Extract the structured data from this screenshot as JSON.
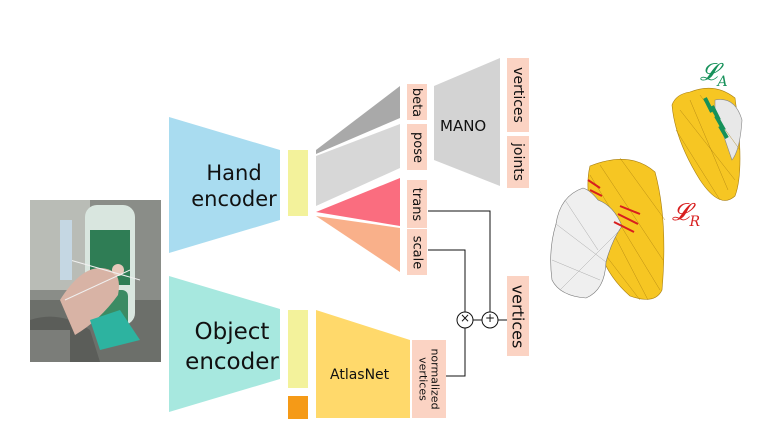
{
  "photo": {
    "description_icon": "hand-holding-bottle-photo"
  },
  "encoders": {
    "hand": {
      "label_line1": "Hand",
      "label_line2": "encoder"
    },
    "object": {
      "label_line1": "Object",
      "label_line2": "encoder"
    }
  },
  "branches": {
    "beta": "beta",
    "pose": "pose",
    "trans": "trans",
    "scale": "scale"
  },
  "mano": {
    "label": "MANO",
    "out_vertices": "vertices",
    "out_joints": "joints"
  },
  "atlasnet": {
    "label": "AtlasNet",
    "out_line1": "normalized",
    "out_line2": "vertices"
  },
  "ops": {
    "multiply": "×",
    "add": "+"
  },
  "final_output": "vertices",
  "losses": {
    "repulsion": "𝓛",
    "repulsion_sub": "R",
    "attraction": "𝓛",
    "attraction_sub": "A"
  },
  "colors": {
    "hand_encoder": "#a9dcf0",
    "object_encoder": "#a7e8df",
    "feature": "#f3f29b",
    "object_extra": "#f59a17",
    "beta_branch": "#a9a9a9",
    "pose_branch": "#d7d7d7",
    "trans_branch": "#fa6d7f",
    "scale_branch": "#f9b08a",
    "mano": "#d3d3d3",
    "atlasnet": "#ffd96b",
    "tag": "#fbd3c3",
    "mesh_yellow": "#f6c623",
    "loss_red": "#d81e1e",
    "loss_green": "#16915a"
  }
}
